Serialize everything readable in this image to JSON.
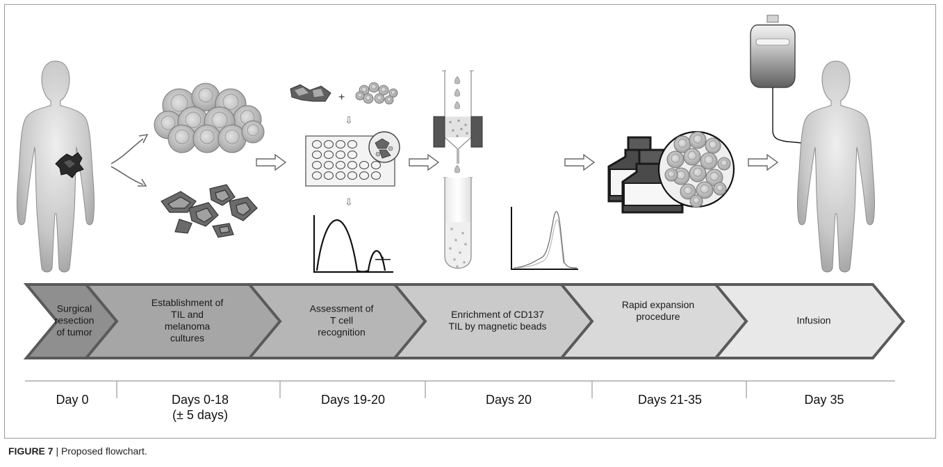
{
  "steps": [
    {
      "label": "Surgical\nresection\nof tumor",
      "day": "Day 0",
      "fill": "#8f8f8f"
    },
    {
      "label": "Establishment of\nTIL and\nmelanoma\ncultures",
      "day": "Days 0-18\n(± 5 days)",
      "fill": "#a6a6a6"
    },
    {
      "label": "Assessment of\nT cell\nrecognition",
      "day": "Days 19-20",
      "fill": "#b6b6b6"
    },
    {
      "label": "Enrichment of CD137\nTIL by magnetic beads",
      "day": "Days 20",
      "fill": "#cacaca"
    },
    {
      "label": "Rapid expansion\nprocedure",
      "day": "Days 21-35",
      "fill": "#d9d9d9"
    },
    {
      "label": "Infusion",
      "day": "Day 35",
      "fill": "#e8e8e8"
    }
  ],
  "caption": {
    "figure": "FIGURE 7",
    "separator": " | ",
    "text": "Proposed flowchart."
  },
  "icons": [
    "patient-body-icon",
    "tumor-icon",
    "til-cells-icon",
    "melanoma-cells-icon",
    "coculture-plate-icon",
    "recognition-plot-icon",
    "magnetic-column-icon",
    "collection-tube-icon",
    "histogram-icon",
    "culture-flasks-icon",
    "cells-magnified-icon",
    "infusion-bag-icon"
  ],
  "colors": {
    "chevron_stroke": "#5a5a5a",
    "arrow_fill": "#ffffff",
    "arrow_stroke": "#666666",
    "timeline": "#999999"
  }
}
